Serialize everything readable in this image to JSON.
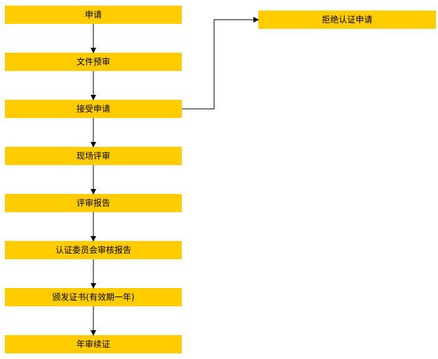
{
  "steps": [
    {
      "label": "申请"
    },
    {
      "label": "文件预审"
    },
    {
      "label": "接受申请"
    },
    {
      "label": "现场评审"
    },
    {
      "label": "评审报告"
    },
    {
      "label": "认证委员会审核报告"
    },
    {
      "label": "颁发证书(有效期一年)"
    },
    {
      "label": "年审续证"
    }
  ],
  "branch": {
    "label": "拒绝认证申请"
  },
  "colors": {
    "box_fill": "#FFCC00",
    "connector": "#000000"
  }
}
